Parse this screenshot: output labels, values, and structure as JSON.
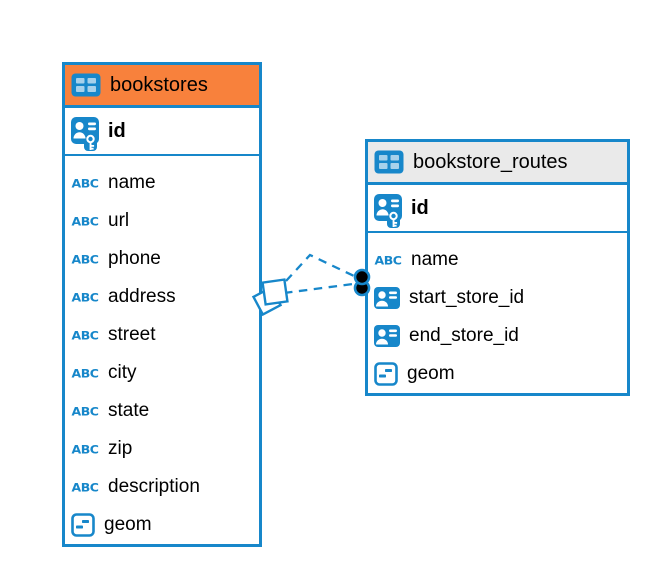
{
  "diagram": {
    "colors": {
      "accent_blue": "#1787CA",
      "table1_header_bg": "#F8813C",
      "table2_header_bg": "#EAEAEA",
      "text": "#000000",
      "dot_fill": "#000000"
    },
    "icons": {
      "abc_label": "ABC"
    },
    "tables": [
      {
        "title": "bookstores",
        "pk": {
          "name": "id"
        },
        "columns": [
          {
            "name": "name",
            "type": "text"
          },
          {
            "name": "url",
            "type": "text"
          },
          {
            "name": "phone",
            "type": "text"
          },
          {
            "name": "address",
            "type": "text"
          },
          {
            "name": "street",
            "type": "text"
          },
          {
            "name": "city",
            "type": "text"
          },
          {
            "name": "state",
            "type": "text"
          },
          {
            "name": "zip",
            "type": "text"
          },
          {
            "name": "description",
            "type": "text"
          },
          {
            "name": "geom",
            "type": "geometry"
          }
        ]
      },
      {
        "title": "bookstore_routes",
        "pk": {
          "name": "id"
        },
        "columns": [
          {
            "name": "name",
            "type": "text"
          },
          {
            "name": "start_store_id",
            "type": "reference"
          },
          {
            "name": "end_store_id",
            "type": "reference"
          },
          {
            "name": "geom",
            "type": "geometry"
          }
        ]
      }
    ],
    "relationship": {
      "line_style": "dashed",
      "color": "#1787CA",
      "left_glyph": "overlapping-squares",
      "right_glyph": "double-dot"
    }
  }
}
